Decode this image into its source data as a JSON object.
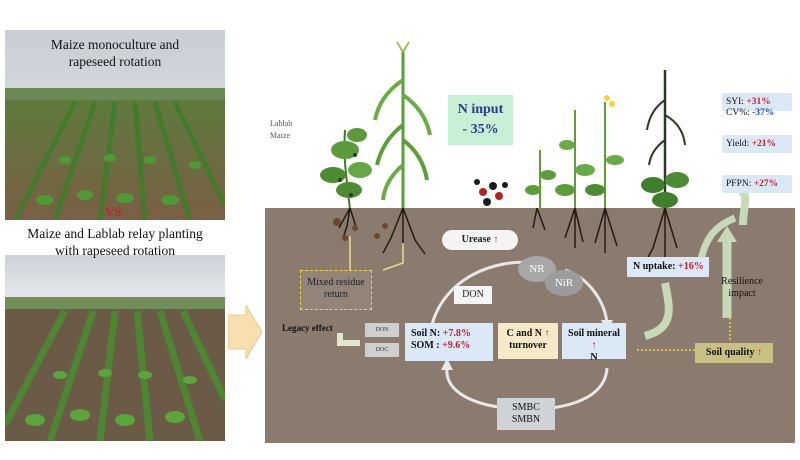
{
  "photos": {
    "top_title_line1": "Maize monoculture and",
    "top_title_line2": "rapeseed rotation",
    "vs_label": "VS",
    "bottom_title_line1": "Maize and Lablab relay planting",
    "bottom_title_line2": "with rapeseed rotation"
  },
  "diagram": {
    "plant_label_line1": "Lablab",
    "plant_label_line2": "Maize",
    "n_input_line1": "N input",
    "n_input_line2": "- 35%",
    "urease": "Urease",
    "nr": "NR",
    "nir": "NiR",
    "mixed_residue_line1": "Mixed residue",
    "mixed_residue_line2": "return",
    "legacy_effect": "Legacy effect",
    "don_small": "DON",
    "doc_small": "DOC",
    "don": "DON",
    "soil_n_label": "Soil N:",
    "soil_n_value": "+7.8%",
    "som_label": "SOM :",
    "som_value": "+9.6%",
    "cn_turnover_line1": "C and N",
    "cn_turnover_line2": "turnover",
    "soil_mineral_line1": "Soil mineral",
    "soil_mineral_line2": "N",
    "n_uptake_label": "N uptake:",
    "n_uptake_value": "+16%",
    "resilience_line1": "Resilience",
    "resilience_line2": "impact",
    "soil_quality": "Soil quality",
    "smbc": "SMBC",
    "smbn": "SMBN",
    "arrow_up": "↑"
  },
  "metrics": [
    {
      "label": "SYI:",
      "value": "+31%",
      "color": "red"
    },
    {
      "label": "CV%:",
      "value": "-37%",
      "color": "blue"
    },
    {
      "label": "Yield:",
      "value": "+21%",
      "color": "red"
    },
    {
      "label": "PFPN:",
      "value": "+27%",
      "color": "red"
    }
  ],
  "colors": {
    "soil": "#8b7b6f",
    "accent_red": "#c41e2e",
    "accent_blue": "#1f4fc7",
    "box_blue": "#dbe9f7",
    "box_yellow": "#f5e9c8",
    "soil_quality_box": "#c9c083",
    "n_input_box": "#c9f0d4"
  }
}
